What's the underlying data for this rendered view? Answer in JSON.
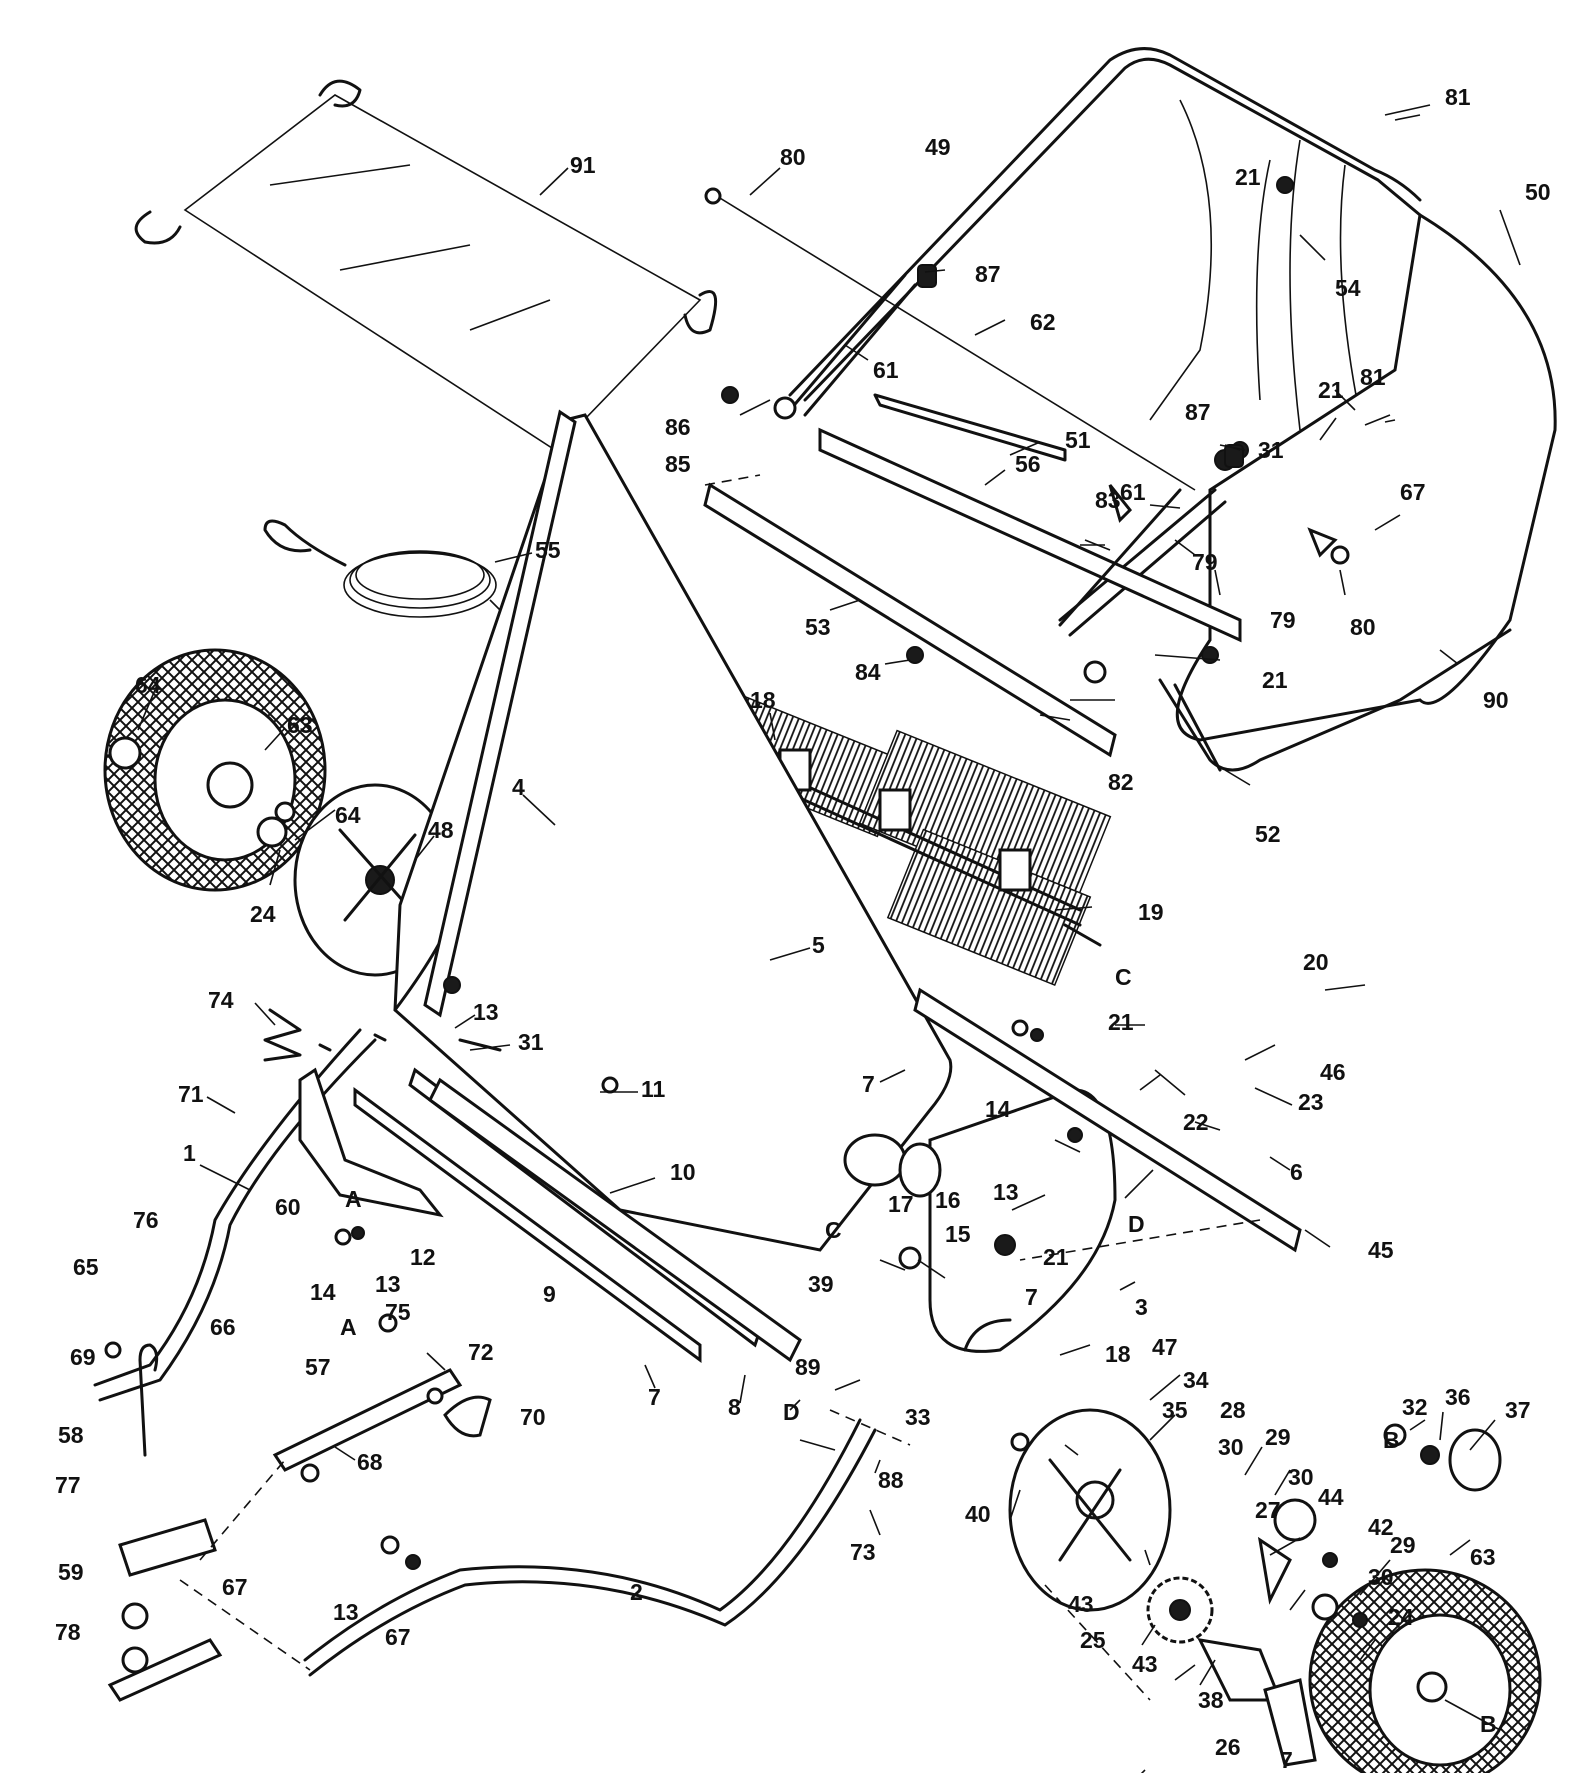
{
  "callouts": [
    {
      "id": "c91",
      "text": "91"
    },
    {
      "id": "c55",
      "text": "55"
    },
    {
      "id": "c64a",
      "text": "64"
    },
    {
      "id": "c63a",
      "text": "63"
    },
    {
      "id": "c64b",
      "text": "64"
    },
    {
      "id": "c24a",
      "text": "24"
    },
    {
      "id": "c48",
      "text": "48"
    },
    {
      "id": "c4",
      "text": "4"
    },
    {
      "id": "c5",
      "text": "5"
    },
    {
      "id": "c74",
      "text": "74"
    },
    {
      "id": "c13a",
      "text": "13"
    },
    {
      "id": "c31a",
      "text": "31"
    },
    {
      "id": "c11",
      "text": "11"
    },
    {
      "id": "c71",
      "text": "71"
    },
    {
      "id": "c1",
      "text": "1"
    },
    {
      "id": "c60",
      "text": "60"
    },
    {
      "id": "cA1",
      "text": "A"
    },
    {
      "id": "c10",
      "text": "10"
    },
    {
      "id": "c12",
      "text": "12"
    },
    {
      "id": "c14a",
      "text": "14"
    },
    {
      "id": "c13b",
      "text": "13"
    },
    {
      "id": "c76",
      "text": "76"
    },
    {
      "id": "c65",
      "text": "65"
    },
    {
      "id": "c69",
      "text": "69"
    },
    {
      "id": "c66",
      "text": "66"
    },
    {
      "id": "c9",
      "text": "9"
    },
    {
      "id": "cA2",
      "text": "A"
    },
    {
      "id": "c75",
      "text": "75"
    },
    {
      "id": "c72",
      "text": "72"
    },
    {
      "id": "c57",
      "text": "57"
    },
    {
      "id": "c70",
      "text": "70"
    },
    {
      "id": "c7a",
      "text": "7"
    },
    {
      "id": "c8",
      "text": "8"
    },
    {
      "id": "c58",
      "text": "58"
    },
    {
      "id": "c77",
      "text": "77"
    },
    {
      "id": "c68",
      "text": "68"
    },
    {
      "id": "c59",
      "text": "59"
    },
    {
      "id": "c67a",
      "text": "67"
    },
    {
      "id": "c78",
      "text": "78"
    },
    {
      "id": "c13c",
      "text": "13"
    },
    {
      "id": "c67b",
      "text": "67"
    },
    {
      "id": "c2",
      "text": "2"
    },
    {
      "id": "c80a",
      "text": "80"
    },
    {
      "id": "c49",
      "text": "49"
    },
    {
      "id": "c81a",
      "text": "81"
    },
    {
      "id": "c21a",
      "text": "21"
    },
    {
      "id": "c50",
      "text": "50"
    },
    {
      "id": "c87a",
      "text": "87"
    },
    {
      "id": "c54",
      "text": "54"
    },
    {
      "id": "c62",
      "text": "62"
    },
    {
      "id": "c61a",
      "text": "61"
    },
    {
      "id": "c81b",
      "text": "81"
    },
    {
      "id": "c21b",
      "text": "21"
    },
    {
      "id": "c86",
      "text": "86"
    },
    {
      "id": "c87b",
      "text": "87"
    },
    {
      "id": "c51",
      "text": "51"
    },
    {
      "id": "c85",
      "text": "85"
    },
    {
      "id": "c31b",
      "text": "31"
    },
    {
      "id": "c56",
      "text": "56"
    },
    {
      "id": "c67c",
      "text": "67"
    },
    {
      "id": "c83",
      "text": "83"
    },
    {
      "id": "c61b",
      "text": "61"
    },
    {
      "id": "c79a",
      "text": "79"
    },
    {
      "id": "c79b",
      "text": "79"
    },
    {
      "id": "c80b",
      "text": "80"
    },
    {
      "id": "c53",
      "text": "53"
    },
    {
      "id": "c84",
      "text": "84"
    },
    {
      "id": "c21c",
      "text": "21"
    },
    {
      "id": "c90",
      "text": "90"
    },
    {
      "id": "c18a",
      "text": "18"
    },
    {
      "id": "c82",
      "text": "82"
    },
    {
      "id": "c52",
      "text": "52"
    },
    {
      "id": "c19",
      "text": "19"
    },
    {
      "id": "cC1",
      "text": "C"
    },
    {
      "id": "c20",
      "text": "20"
    },
    {
      "id": "c21d",
      "text": "21"
    },
    {
      "id": "c46",
      "text": "46"
    },
    {
      "id": "c22",
      "text": "22"
    },
    {
      "id": "c23",
      "text": "23"
    },
    {
      "id": "c7b",
      "text": "7"
    },
    {
      "id": "c14b",
      "text": "14"
    },
    {
      "id": "c13d",
      "text": "13"
    },
    {
      "id": "c6",
      "text": "6"
    },
    {
      "id": "cD1",
      "text": "D"
    },
    {
      "id": "c17",
      "text": "17"
    },
    {
      "id": "c16",
      "text": "16"
    },
    {
      "id": "cC2",
      "text": "C"
    },
    {
      "id": "c15",
      "text": "15"
    },
    {
      "id": "c45",
      "text": "45"
    },
    {
      "id": "c21e",
      "text": "21"
    },
    {
      "id": "c39",
      "text": "39"
    },
    {
      "id": "c7c",
      "text": "7"
    },
    {
      "id": "c3",
      "text": "3"
    },
    {
      "id": "c89",
      "text": "89"
    },
    {
      "id": "c33",
      "text": "33"
    },
    {
      "id": "c18b",
      "text": "18"
    },
    {
      "id": "c47",
      "text": "47"
    },
    {
      "id": "c34",
      "text": "34"
    },
    {
      "id": "c35",
      "text": "35"
    },
    {
      "id": "c28",
      "text": "28"
    },
    {
      "id": "c29a",
      "text": "29"
    },
    {
      "id": "c30a",
      "text": "30"
    },
    {
      "id": "c30b",
      "text": "30"
    },
    {
      "id": "c27",
      "text": "27"
    },
    {
      "id": "cD2",
      "text": "D"
    },
    {
      "id": "c88",
      "text": "88"
    },
    {
      "id": "c73",
      "text": "73"
    },
    {
      "id": "c40",
      "text": "40"
    },
    {
      "id": "c32",
      "text": "32"
    },
    {
      "id": "cB1",
      "text": "B"
    },
    {
      "id": "c36",
      "text": "36"
    },
    {
      "id": "c37",
      "text": "37"
    },
    {
      "id": "c44",
      "text": "44"
    },
    {
      "id": "c42",
      "text": "42"
    },
    {
      "id": "c30c",
      "text": "30"
    },
    {
      "id": "c29b",
      "text": "29"
    },
    {
      "id": "c24b",
      "text": "24"
    },
    {
      "id": "c63b",
      "text": "63"
    },
    {
      "id": "c43a",
      "text": "43"
    },
    {
      "id": "c25",
      "text": "25"
    },
    {
      "id": "c43b",
      "text": "43"
    },
    {
      "id": "c38",
      "text": "38"
    },
    {
      "id": "c26",
      "text": "26"
    },
    {
      "id": "c7d",
      "text": "7"
    },
    {
      "id": "cB2",
      "text": "B"
    }
  ]
}
